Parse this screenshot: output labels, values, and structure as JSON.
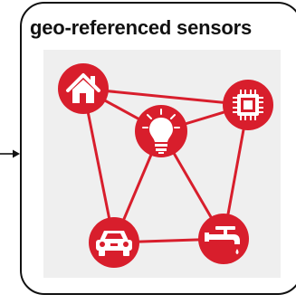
{
  "diagram": {
    "title": "geo-referenced sensors",
    "accent_color": "#d81e2c",
    "panel_color": "#efefef",
    "nodes": [
      {
        "id": "house",
        "icon": "house-icon"
      },
      {
        "id": "chip",
        "icon": "microchip-icon"
      },
      {
        "id": "bulb",
        "icon": "lightbulb-icon"
      },
      {
        "id": "car",
        "icon": "car-icon"
      },
      {
        "id": "tap",
        "icon": "water-tap-icon"
      }
    ],
    "edges": [
      [
        "house",
        "chip"
      ],
      [
        "house",
        "bulb"
      ],
      [
        "house",
        "car"
      ],
      [
        "bulb",
        "chip"
      ],
      [
        "bulb",
        "car"
      ],
      [
        "bulb",
        "tap"
      ],
      [
        "chip",
        "tap"
      ],
      [
        "car",
        "tap"
      ]
    ]
  }
}
